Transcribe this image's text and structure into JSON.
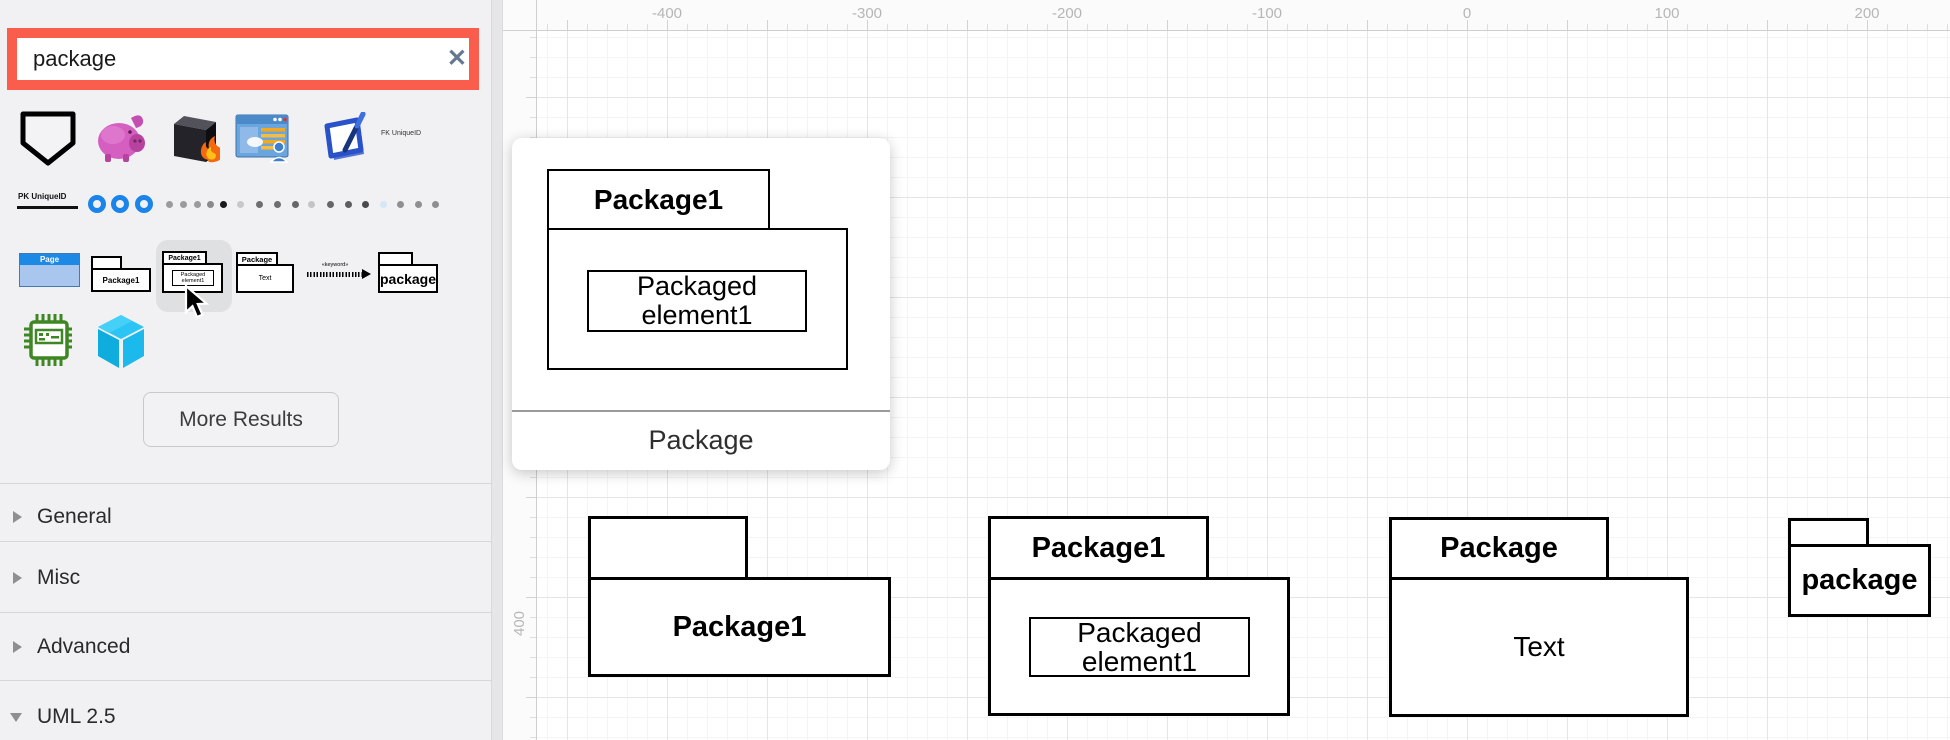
{
  "sidebar": {
    "search": {
      "value": "package",
      "clear_icon": "✕",
      "highlight_color": "#fb5d4c"
    },
    "row1_icons": [
      "shield",
      "piggy-bank",
      "firewall",
      "application-window",
      "checkbox-pen"
    ],
    "fk_row_label": "FK UniqueID",
    "pk_row_label": "PK UniqueID",
    "donut_color": "#1b84ea",
    "dot_colors": [
      "#9b9b9b",
      "#9b9b9b",
      "#9b9b9b",
      "#8a8a8a",
      "#1a1a1a",
      "#c8c8c8",
      "#6e6e6e",
      "#6e6e6e",
      "#666666",
      "#c4c4c4",
      "#666666",
      "#5e5e5e",
      "#4a4a4a",
      "#d6e6fa",
      "#8f8f8f",
      "#8f8f8f",
      "#8f8f8f"
    ],
    "shape_previews": {
      "page_label": "Page",
      "package_simple_label": "Package1",
      "package_hover_tab": "Package1",
      "package_hover_inner_line1": "Packaged",
      "package_hover_inner_line2": "element1",
      "package_text_tab": "Package",
      "package_text_body": "Text",
      "dependency_label": "«keyword»",
      "folder_label": "package"
    },
    "row4_icons": [
      "chip",
      "module-cube"
    ],
    "row4_colors": {
      "chip_green": "#3f8624",
      "cube_cyan": "#17b8ec"
    },
    "more_results_label": "More Results",
    "sections": [
      {
        "label": "General",
        "expanded": false
      },
      {
        "label": "Misc",
        "expanded": false
      },
      {
        "label": "Advanced",
        "expanded": false
      },
      {
        "label": "UML 2.5",
        "expanded": true
      }
    ]
  },
  "tooltip": {
    "tab_label": "Package1",
    "inner_line1": "Packaged",
    "inner_line2": "element1",
    "caption": "Package"
  },
  "canvas": {
    "h_ruler_labels": [
      "-400",
      "-300",
      "-200",
      "-100",
      "0",
      "100",
      "200"
    ],
    "v_ruler_label": "400",
    "shapes": [
      {
        "tab_label": "",
        "body_label": "Package1"
      },
      {
        "tab_label": "Package1",
        "inner_line1": "Packaged",
        "inner_line2": "element1"
      },
      {
        "tab_label": "Package",
        "body_label": "Text"
      },
      {
        "tab_label": "",
        "body_label": "package"
      }
    ]
  }
}
